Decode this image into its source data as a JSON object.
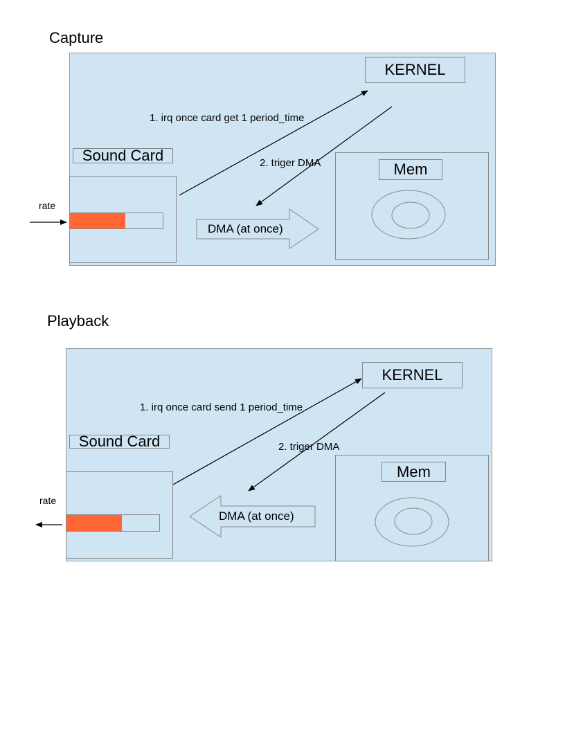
{
  "capture": {
    "title": "Capture",
    "kernel_label": "KERNEL",
    "sound_card_label": "Sound Card",
    "mem_label": "Mem",
    "irq_label": "1. irq once card get 1 period_time",
    "dma_trigger_label": "2. triger DMA",
    "dma_label": "DMA (at once)",
    "rate_label": "rate",
    "buffer_fill": 0.6
  },
  "playback": {
    "title": "Playback",
    "kernel_label": "KERNEL",
    "sound_card_label": "Sound Card",
    "mem_label": "Mem",
    "irq_label": "1. irq once card send 1 period_time",
    "dma_trigger_label": "2. triger DMA",
    "dma_label": "DMA (at once)",
    "rate_label": "rate",
    "buffer_fill": 0.6
  },
  "colors": {
    "panel_fill": "#cfe5f3",
    "buffer_fill": "#ff6633",
    "outline": "#888888"
  }
}
